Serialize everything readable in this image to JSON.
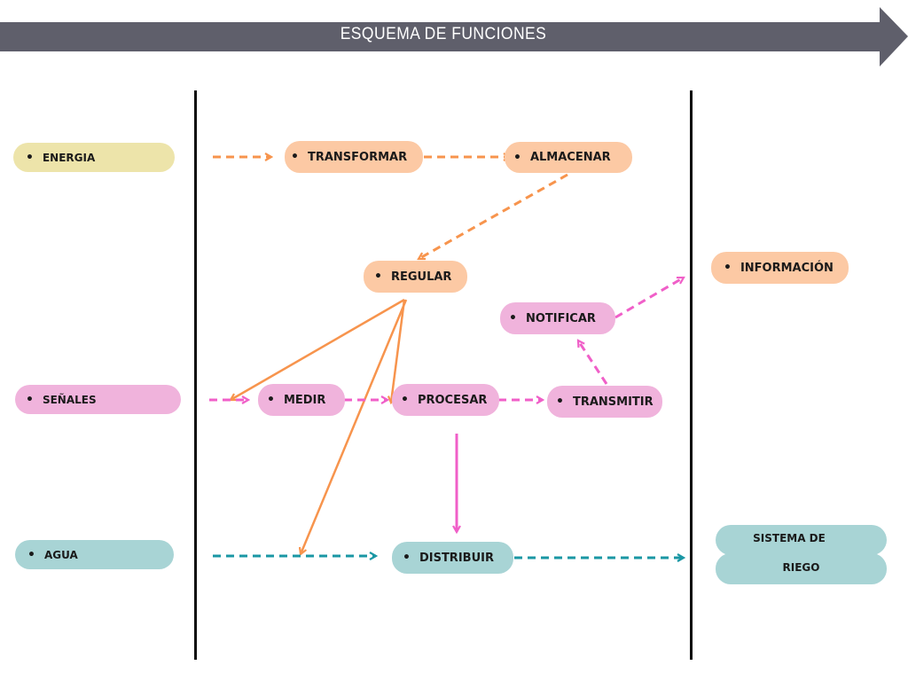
{
  "header": {
    "title": "ESQUEMA DE FUNCIONES"
  },
  "inputs": [
    {
      "id": "energia",
      "label": "ENERGIA"
    },
    {
      "id": "senales",
      "label": "SEÑALES"
    },
    {
      "id": "agua",
      "label": "AGUA"
    }
  ],
  "functions": [
    {
      "id": "transformar",
      "label": "TRANSFORMAR"
    },
    {
      "id": "almacenar",
      "label": "ALMACENAR"
    },
    {
      "id": "regular",
      "label": "REGULAR"
    },
    {
      "id": "notificar",
      "label": "NOTIFICAR"
    },
    {
      "id": "medir",
      "label": "MEDIR"
    },
    {
      "id": "procesar",
      "label": "PROCESAR"
    },
    {
      "id": "transmitir",
      "label": "TRANSMITIR"
    },
    {
      "id": "distribuir",
      "label": "DISTRIBUIR"
    }
  ],
  "outputs": [
    {
      "id": "informacion",
      "label": "INFORMACIÓN"
    },
    {
      "id": "sistema_riego",
      "label_line1": "SISTEMA DE",
      "label_line2": "RIEGO"
    }
  ],
  "colors": {
    "banner": "#5f5f6b",
    "energy": "#f7944d",
    "signal": "#f05fc8",
    "water": "#1a97a4",
    "divider": "#0d0d0d"
  },
  "connections": [
    {
      "from": "energia",
      "to": "transformar",
      "flow": "energy",
      "style": "dashed"
    },
    {
      "from": "transformar",
      "to": "almacenar",
      "flow": "energy",
      "style": "dashed"
    },
    {
      "from": "almacenar",
      "to": "regular",
      "flow": "energy",
      "style": "dashed"
    },
    {
      "from": "regular",
      "to": "medir",
      "flow": "energy",
      "style": "solid"
    },
    {
      "from": "regular",
      "to": "procesar",
      "flow": "energy",
      "style": "solid"
    },
    {
      "from": "regular",
      "to": "agua-flow",
      "flow": "energy",
      "style": "solid"
    },
    {
      "from": "senales",
      "to": "medir",
      "flow": "signal",
      "style": "dashed"
    },
    {
      "from": "medir",
      "to": "procesar",
      "flow": "signal",
      "style": "dashed"
    },
    {
      "from": "procesar",
      "to": "transmitir",
      "flow": "signal",
      "style": "dashed"
    },
    {
      "from": "transmitir",
      "to": "notificar",
      "flow": "signal",
      "style": "dashed"
    },
    {
      "from": "notificar",
      "to": "informacion",
      "flow": "signal",
      "style": "dashed"
    },
    {
      "from": "procesar",
      "to": "distribuir",
      "flow": "signal",
      "style": "solid"
    },
    {
      "from": "agua",
      "to": "distribuir",
      "flow": "water",
      "style": "dashed"
    },
    {
      "from": "distribuir",
      "to": "sistema_riego",
      "flow": "water",
      "style": "dashed"
    }
  ]
}
